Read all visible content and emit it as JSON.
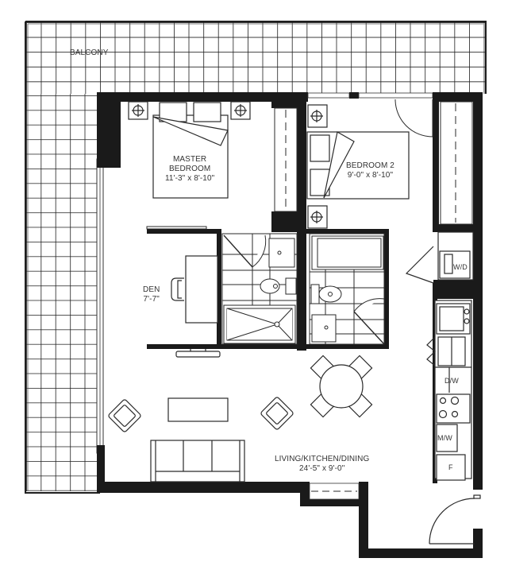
{
  "floor_plan": {
    "rooms": [
      {
        "id": "balcony",
        "name": "BALCONY",
        "dimensions": ""
      },
      {
        "id": "master_bedroom",
        "name_line1": "MASTER",
        "name_line2": "BEDROOM",
        "dimensions": "11'-3\" x 8'-10\""
      },
      {
        "id": "bedroom2",
        "name": "BEDROOM 2",
        "dimensions": "9'-0\" x 8'-10\""
      },
      {
        "id": "den",
        "name": "DEN",
        "dimensions": "7'-7\""
      },
      {
        "id": "living",
        "name": "LIVING/KITCHEN/DINING",
        "dimensions": "24'-5\" x 9'-0\""
      }
    ],
    "appliances": {
      "washer_dryer": "W/D",
      "dishwasher": "D/W",
      "microwave": "M/W",
      "fridge": "F"
    },
    "colors": {
      "wall": "#1a1a1a",
      "line": "#2a2a2a",
      "background": "#ffffff"
    }
  }
}
